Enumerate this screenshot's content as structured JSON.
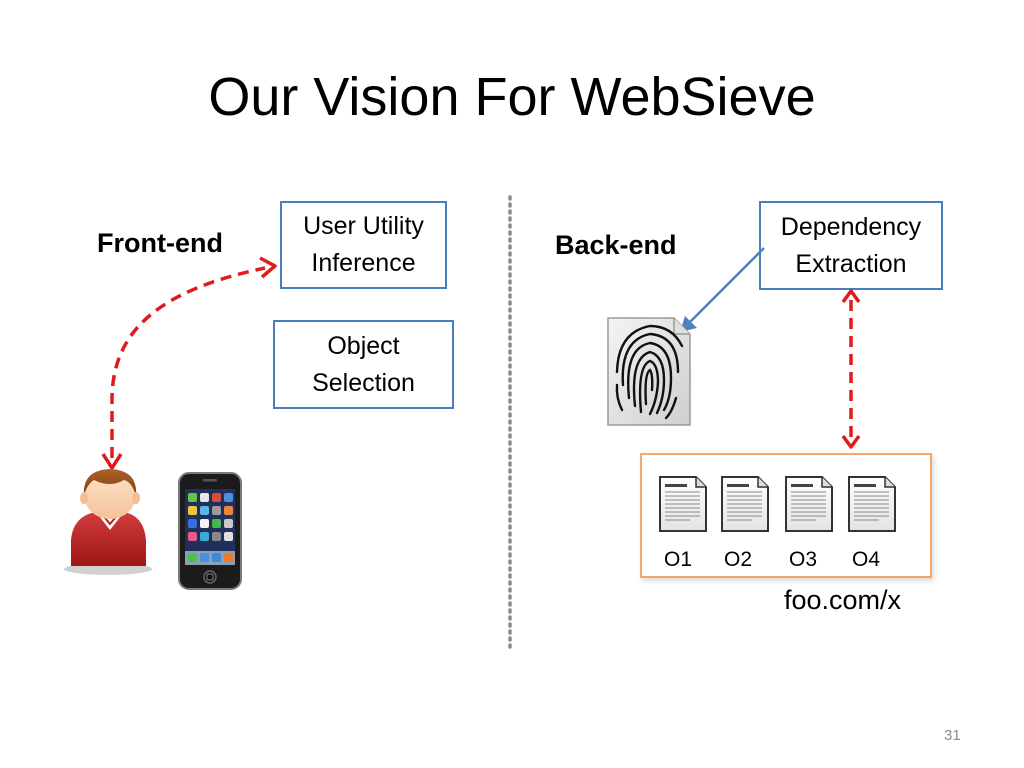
{
  "slide": {
    "title": "Our Vision For WebSieve",
    "page_number": "31"
  },
  "frontend": {
    "label": "Front-end",
    "boxes": {
      "user_utility": {
        "line1": "User Utility",
        "line2": "Inference"
      },
      "object_selection": {
        "line1": "Object",
        "line2": "Selection"
      }
    }
  },
  "backend": {
    "label": "Back-end",
    "boxes": {
      "dependency": {
        "line1": "Dependency",
        "line2": "Extraction"
      }
    },
    "objects": [
      "O1",
      "O2",
      "O3",
      "O4"
    ],
    "page_url": "foo.com/x"
  },
  "colors": {
    "box_border": "#4a7ebb",
    "dashed_arrow": "#e01b1b",
    "solid_arrow": "#4f81bd",
    "objects_frame": "#f4a86b",
    "divider": "#8c8c8c"
  },
  "icons": [
    "user-icon",
    "smartphone-icon",
    "fingerprint-document-icon",
    "document-icon"
  ]
}
